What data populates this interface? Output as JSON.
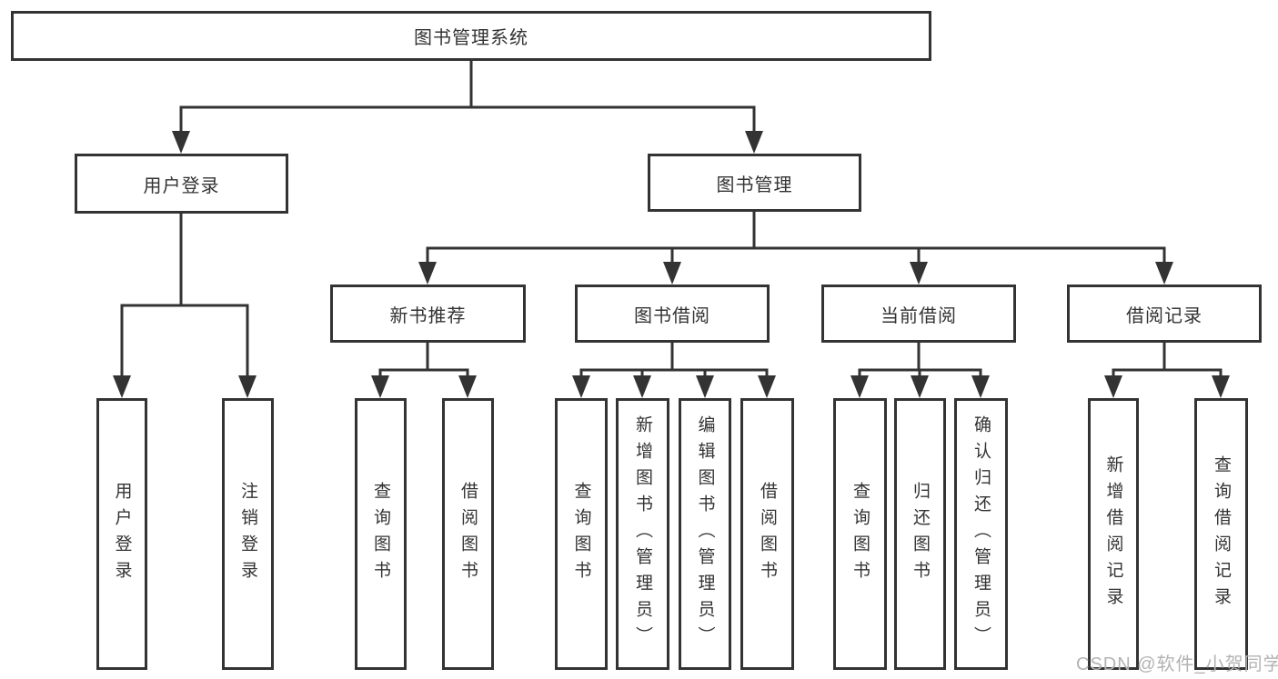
{
  "diagram": {
    "title": "图书管理系统",
    "colors": {
      "line": "#333333",
      "box_border": "#333333",
      "text": "#333333",
      "background": "#ffffff",
      "watermark_text": "#b3b3b3"
    },
    "tree": {
      "root": {
        "label": "图书管理系统"
      },
      "branches": [
        {
          "label": "用户登录",
          "leaves": [
            {
              "label": "用户登录"
            },
            {
              "label": "注销登录"
            }
          ]
        },
        {
          "label": "图书管理",
          "groups": [
            {
              "label": "新书推荐",
              "leaves": [
                {
                  "label": "查询图书"
                },
                {
                  "label": "借阅图书"
                }
              ]
            },
            {
              "label": "图书借阅",
              "leaves": [
                {
                  "label": "查询图书"
                },
                {
                  "label": "新增图书（管理员）"
                },
                {
                  "label": "编辑图书（管理员）"
                },
                {
                  "label": "借阅图书"
                }
              ]
            },
            {
              "label": "当前借阅",
              "leaves": [
                {
                  "label": "查询图书"
                },
                {
                  "label": "归还图书"
                },
                {
                  "label": "确认归还（管理员）"
                }
              ]
            },
            {
              "label": "借阅记录",
              "leaves": [
                {
                  "label": "新增借阅记录"
                },
                {
                  "label": "查询借阅记录"
                }
              ]
            }
          ]
        }
      ]
    },
    "watermark": "CSDN @软件_小贺同学"
  }
}
